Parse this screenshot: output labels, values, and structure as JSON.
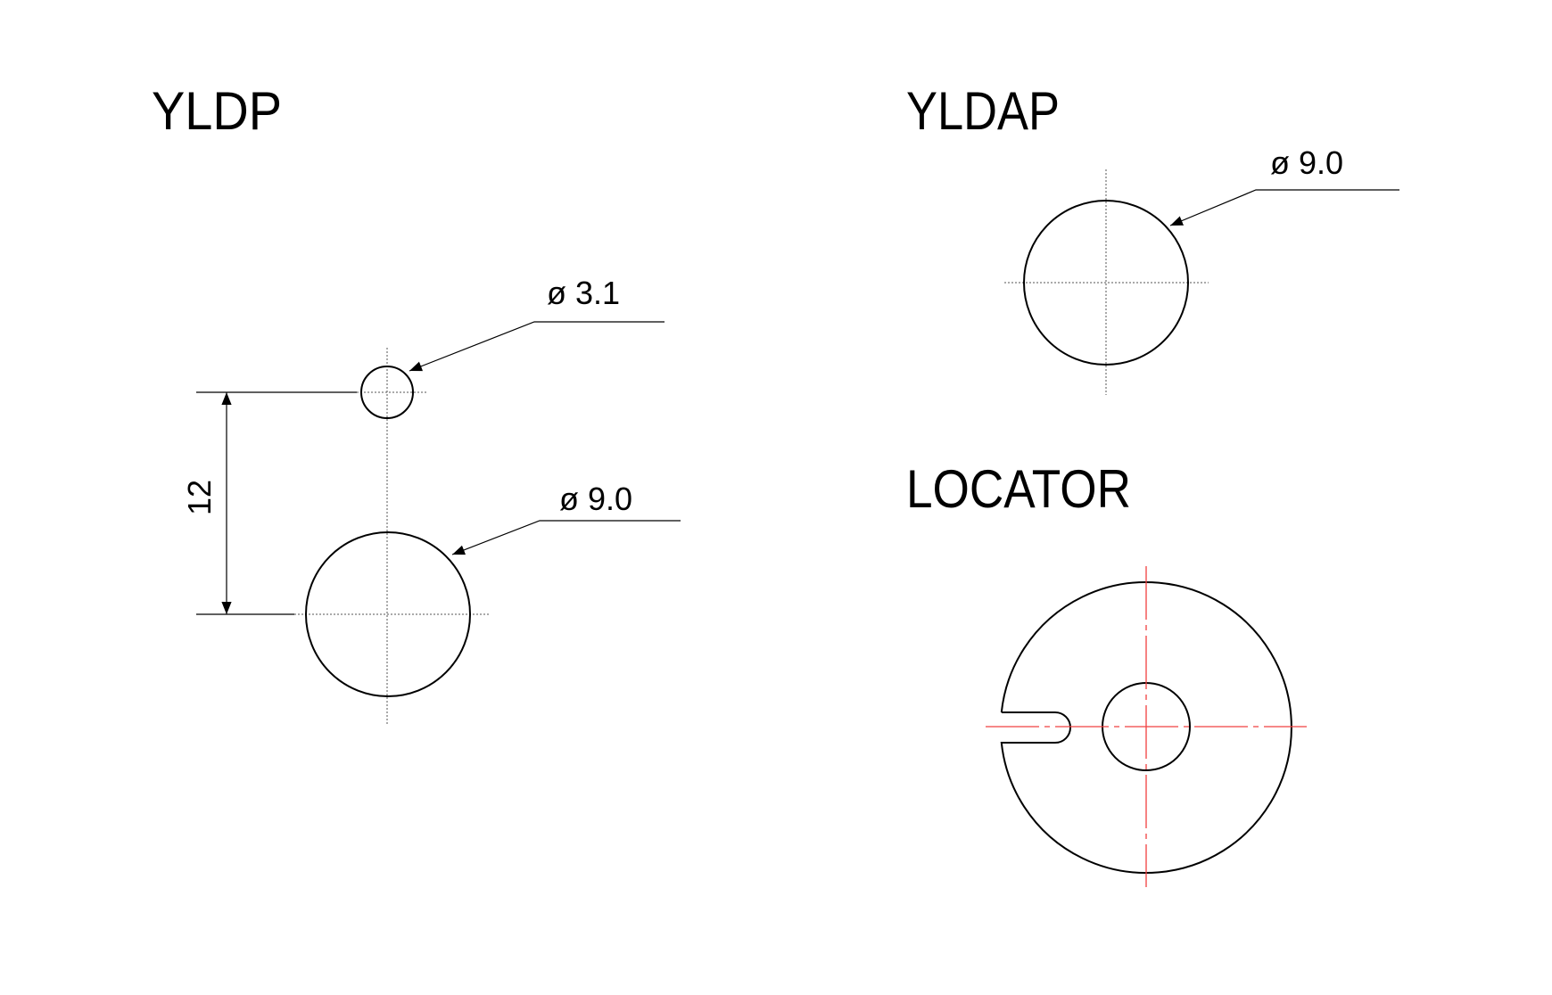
{
  "yldp": {
    "title": "YLDP",
    "small_hole_label": "ø 3.1",
    "large_hole_label": "ø 9.0",
    "spacing_label": "12"
  },
  "yldap": {
    "title": "YLDAP",
    "hole_label": "ø 9.0"
  },
  "locator": {
    "title": "LOCATOR"
  },
  "colors": {
    "outline": "#000000",
    "centerline_red": "#f04040"
  }
}
